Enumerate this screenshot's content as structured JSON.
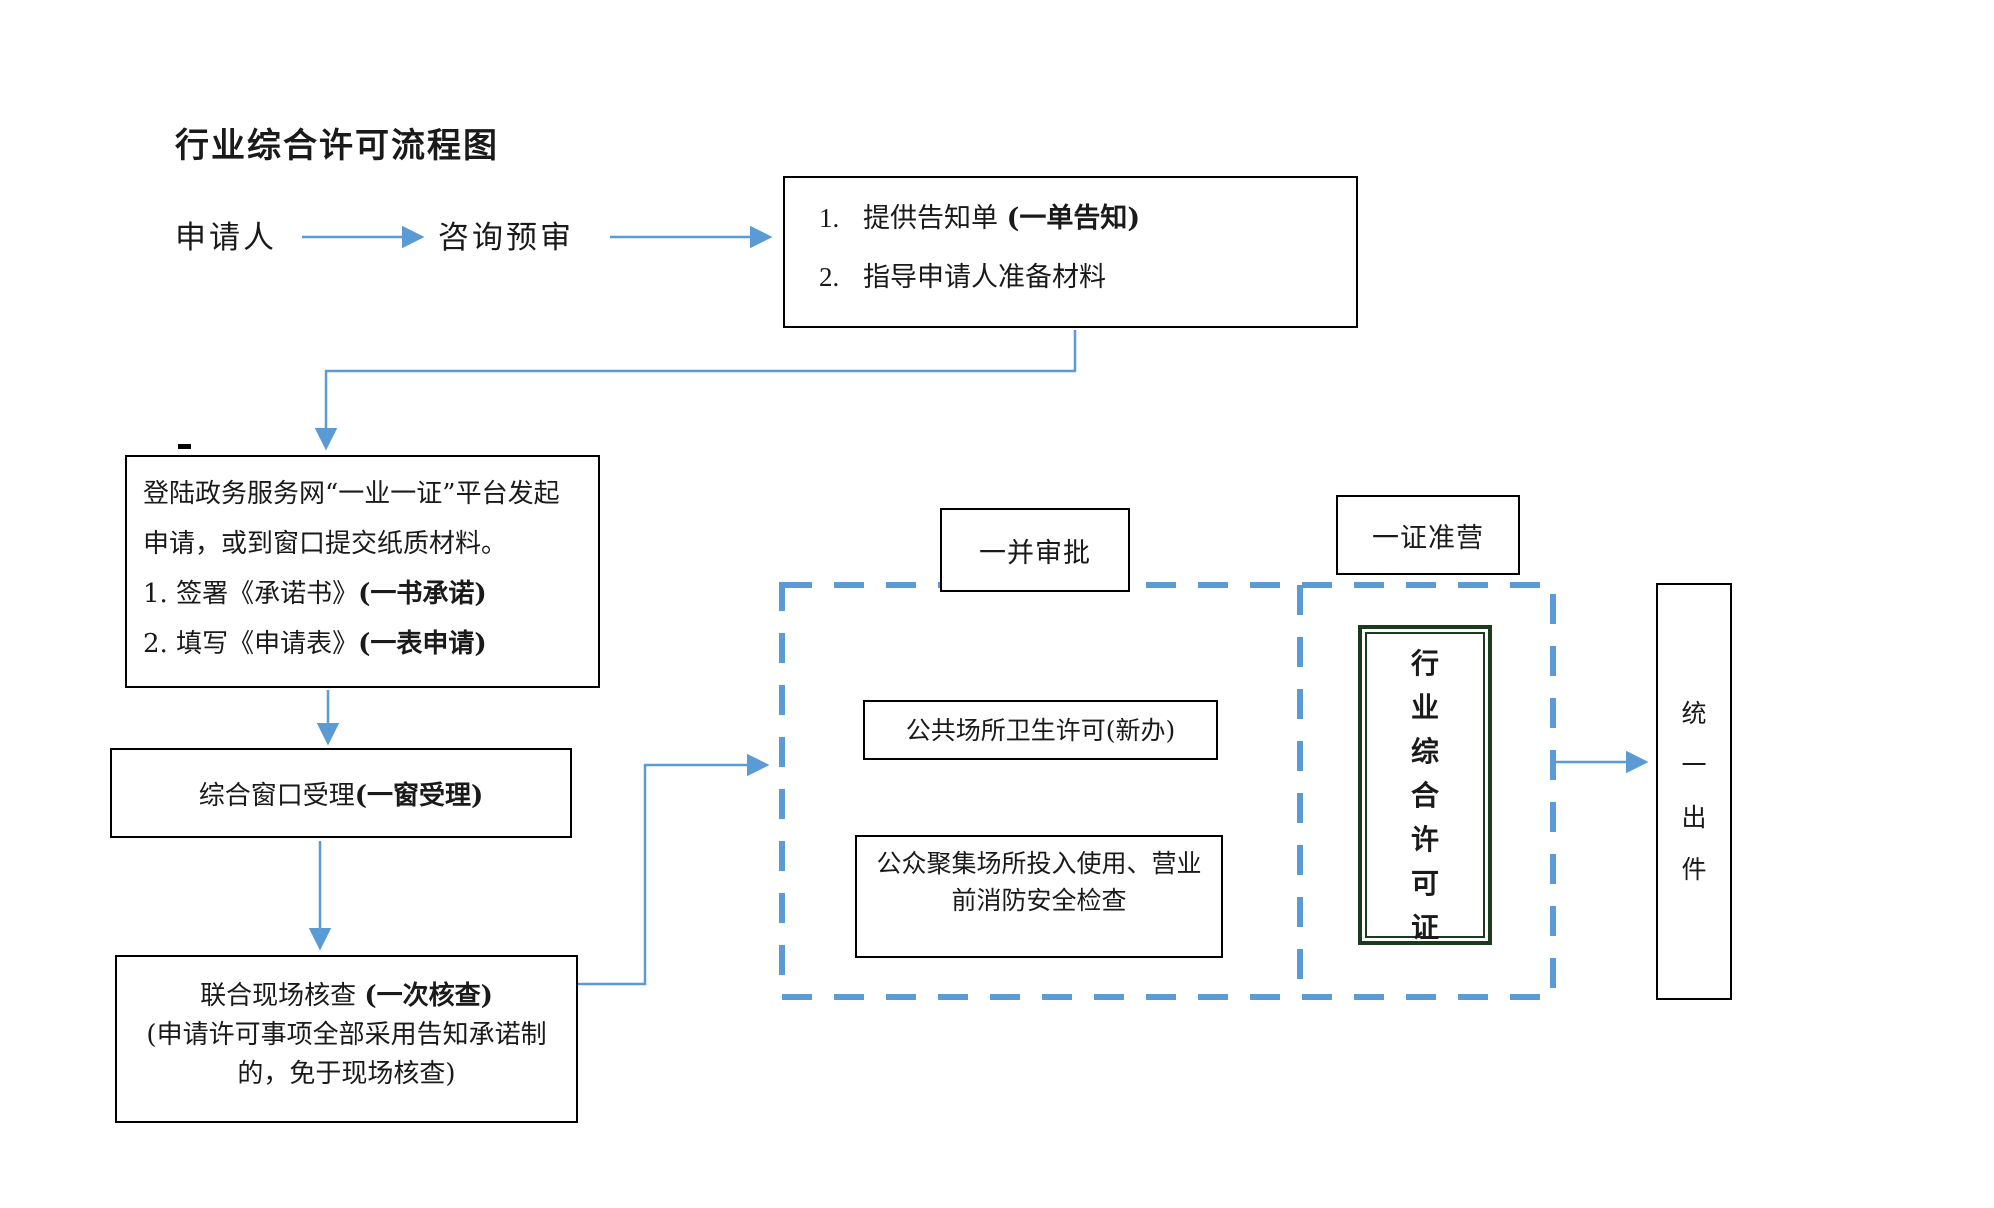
{
  "title": "行业综合许可流程图",
  "colors": {
    "accent_blue": "#5B9BD5",
    "green_border": "#1c3a1c",
    "box_border": "#000000"
  },
  "flow": {
    "applicant": "申请人",
    "precheck": "咨询预审",
    "notice_box": {
      "item1_num": "1.",
      "item1_text": "提供告知单 ",
      "item1_bold": "(一单告知)",
      "item2_num": "2.",
      "item2_text": "指导申请人准备材料"
    },
    "apply_box": {
      "line1": "登陆政务服务网“一业一证”平台发起",
      "line2": "申请，或到窗口提交纸质材料。",
      "line3_pre": "1. 签署《承诺书》",
      "line3_bold": "(一书承诺)",
      "line4_pre": "2. 填写《申请表》",
      "line4_bold": "(一表申请)"
    },
    "accept_box": {
      "text": "综合窗口受理 ",
      "bold": "(一窗受理)"
    },
    "inspect_box": {
      "line1_pre": "联合现场核查 ",
      "line1_bold": "(一次核查)",
      "line2": "(申请许可事项全部采用告知承诺制",
      "line3": "的，免于现场核查)"
    },
    "joint_approval_label": "一并审批",
    "cert_operate_label": "一证准营",
    "hygiene_box": "公共场所卫生许可(新办)",
    "fire_box_line1": "公众聚集场所投入使用、营业",
    "fire_box_line2": "前消防安全检查",
    "license_box": "行业综合许可证",
    "output_box": "统一出件"
  }
}
